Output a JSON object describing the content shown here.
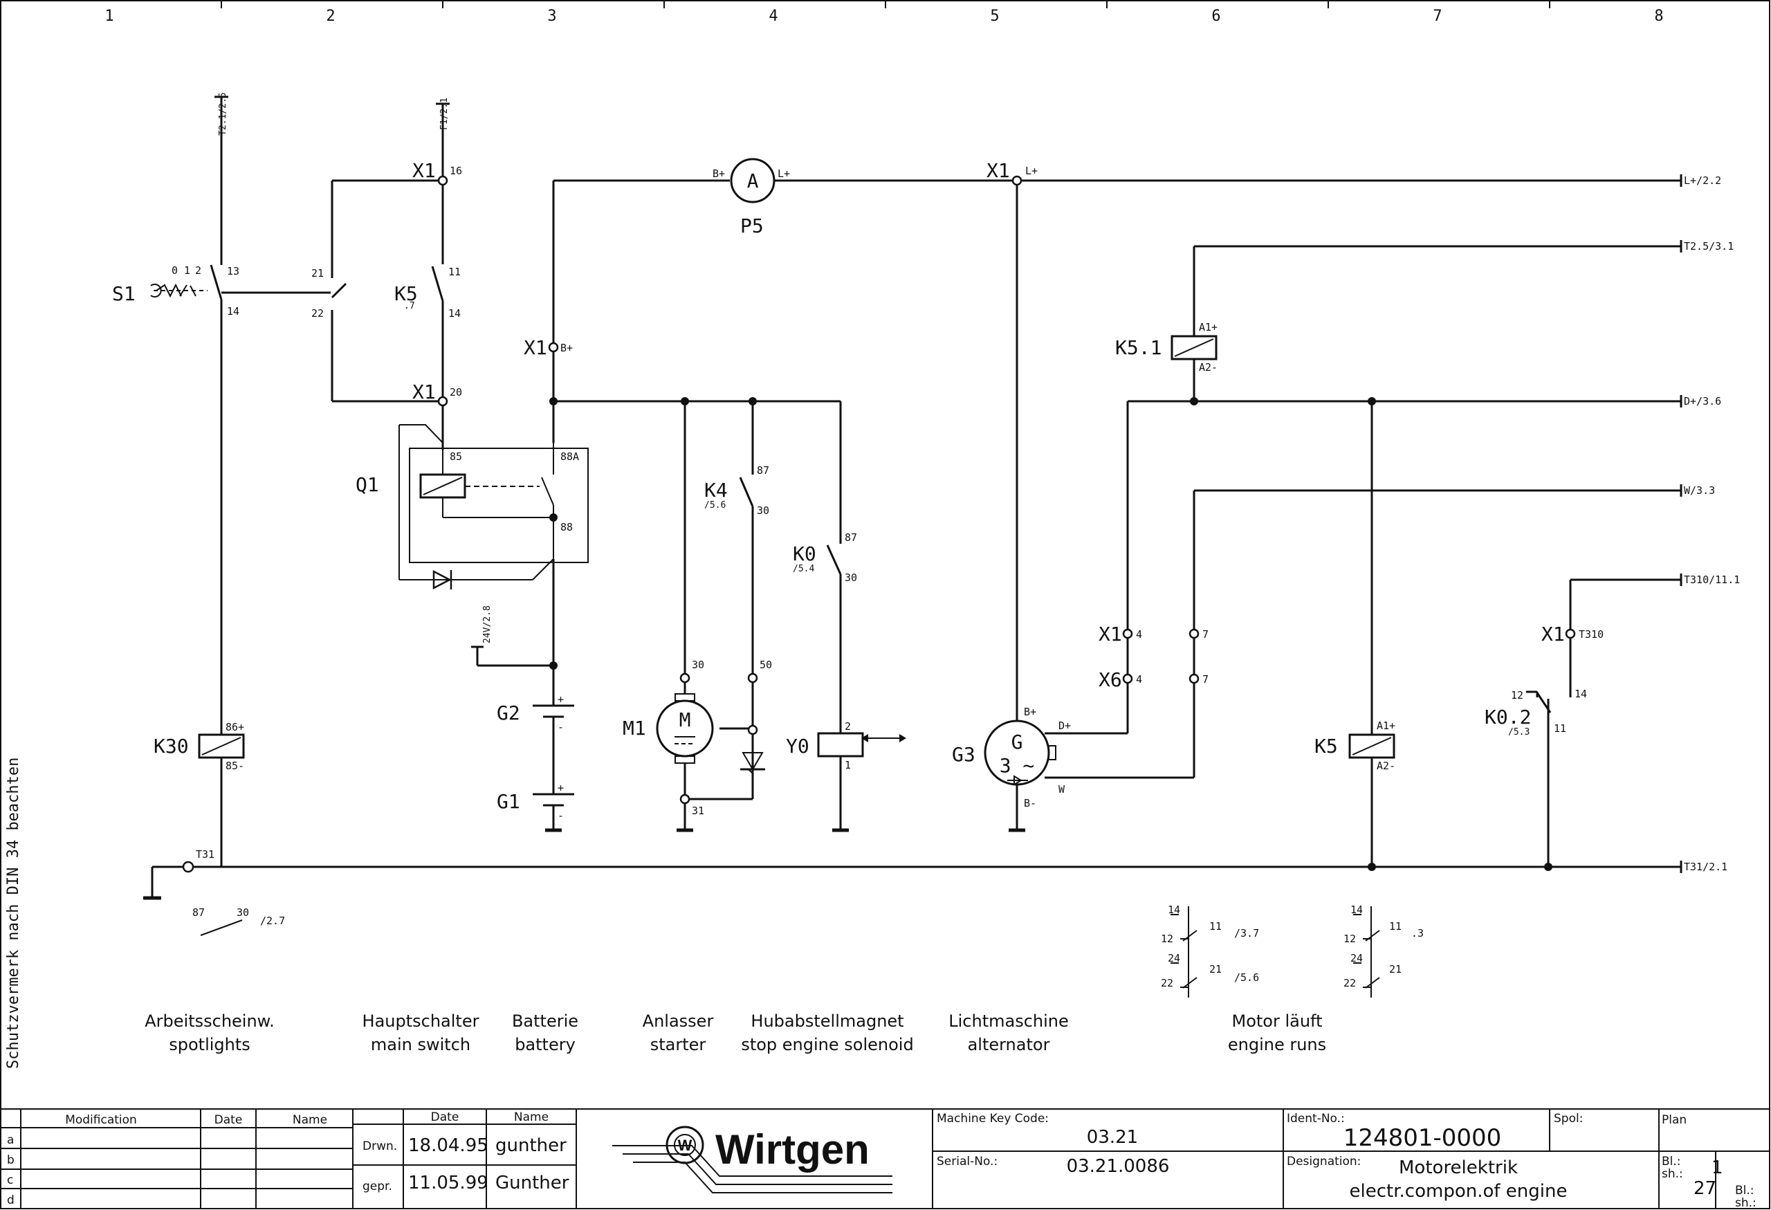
{
  "columns": [
    "1",
    "2",
    "3",
    "4",
    "5",
    "6",
    "7",
    "8"
  ],
  "side_note": "Schutzvermerk nach DIN 34 beachten",
  "components": {
    "S1": "S1",
    "K30": "K30",
    "K5": "K5",
    "K5_ref": ".7",
    "Q1": "Q1",
    "G2": "G2",
    "G1": "G1",
    "M1": "M1",
    "M1_symbol": "M",
    "K4": "K4",
    "K4_ref": "/5.6",
    "K0": "K0",
    "K0_ref": "/5.4",
    "Y0": "Y0",
    "P5": "P5",
    "P5_symbol": "A",
    "G3": "G3",
    "G3_symbol": "G",
    "G3_phase": "3 ~",
    "K51": "K5.1",
    "K5b": "K5",
    "K02": "K0.2",
    "K02_ref": "/5.3"
  },
  "terminals": {
    "X1": "X1",
    "X6": "X6",
    "t16": "16",
    "t20": "20",
    "t11": "11",
    "t14": "14",
    "t13": "13",
    "t21": "21",
    "t22": "22",
    "s1_pos0": "0",
    "s1_pos1": "1",
    "s1_pos2": "2",
    "Bp": "B+",
    "Lp": "L+",
    "t85": "85",
    "t88A": "88A",
    "t88": "88",
    "t87": "87",
    "t30": "30",
    "t50": "50",
    "t31": "31",
    "T31": "T31",
    "t86p": "86+",
    "t85m": "85-",
    "A1p": "A1+",
    "A2m": "A2-",
    "t4": "4",
    "t7": "7",
    "T310": "T310",
    "Dp": "D+",
    "W": "W",
    "Bm": "B-",
    "t1": "1",
    "t2": "2",
    "t12": "12",
    "t24": "24",
    "plus": "+",
    "minus": "-"
  },
  "refs": {
    "T21_25": "T2.1/2.5",
    "F1_21": "F1/2.1",
    "V24_28": "24V/2.8",
    "L_22": "L+/2.2",
    "T25_31": "T2.5/3.1",
    "D_36": "D+/3.6",
    "W_33": "W/3.3",
    "T310_111": "T310/11.1",
    "T31_21": "T31/2.1",
    "r27": "/2.7",
    "r37": "/3.7",
    "r56": "/5.6",
    "r3": ".3"
  },
  "captions": [
    {
      "de": "Arbeitsscheinw.",
      "en": "spotlights"
    },
    {
      "de": "Hauptschalter",
      "en": "main switch"
    },
    {
      "de": "Batterie",
      "en": "battery"
    },
    {
      "de": "Anlasser",
      "en": "starter"
    },
    {
      "de": "Hubabstellmagnet",
      "en": "stop engine solenoid"
    },
    {
      "de": "Lichtmaschine",
      "en": "alternator"
    },
    {
      "de": "Motor läuft",
      "en": "engine runs"
    }
  ],
  "title_block": {
    "rev_rows": [
      "a",
      "b",
      "c",
      "d"
    ],
    "h_modification": "Modification",
    "h_date": "Date",
    "h_name": "Name",
    "h_date2": "Date",
    "h_name2": "Name",
    "drwn_label": "Drwn.",
    "drwn_date": "18.04.95",
    "drwn_name": "gunther",
    "gepr_label": "gepr.",
    "gepr_date": "11.05.99",
    "gepr_name": "Gunther",
    "company": "Wirtgen",
    "machine_key_label": "Machine Key Code:",
    "machine_key": "03.21",
    "serial_label": "Serial-No.:",
    "serial": "03.21.0086",
    "ident_label": "Ident-No.:",
    "ident": "124801-0000",
    "spol_label": "Spol:",
    "designation_label": "Designation:",
    "designation_de": "Motorelektrik",
    "designation_en": "electr.compon.of engine",
    "plan_label": "Plan",
    "bl_label": "Bl.:",
    "sh_label": "sh.:",
    "bl": "1",
    "sh": "27",
    "bl_label2": "Bl.:",
    "sh_label2": "sh.:"
  },
  "colors": {
    "line": "#111111",
    "background": "#ffffff"
  }
}
